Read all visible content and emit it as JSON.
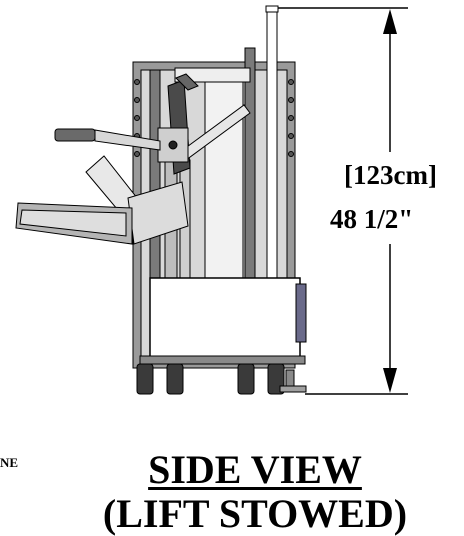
{
  "dimension": {
    "metric": "[123cm]",
    "imperial": "48 1/2\""
  },
  "edge_text": "NE",
  "title": {
    "line1": "SIDE VIEW",
    "line2": "(LIFT STOWED)"
  },
  "colors": {
    "frame_gray": "#8a8a8a",
    "dark_metal": "#3a3a3a",
    "light_panel": "#f4f4f4",
    "tray_gray": "#b0b0b0",
    "line": "#000000"
  }
}
